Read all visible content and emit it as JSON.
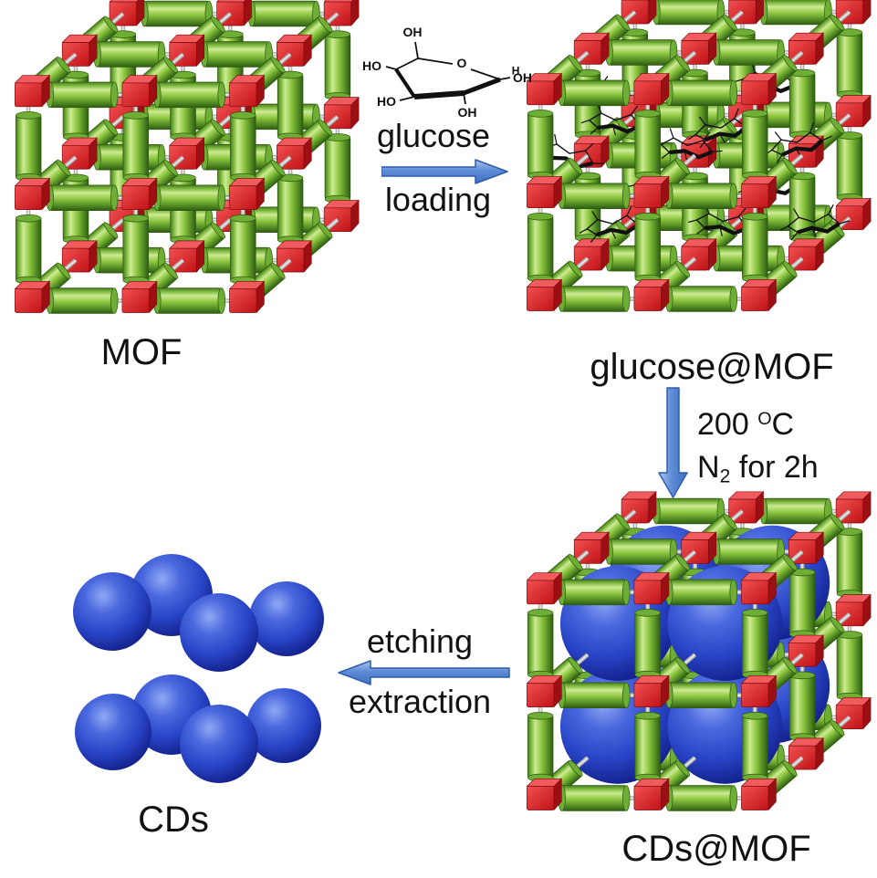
{
  "stages": {
    "mof": {
      "label": "MOF"
    },
    "glucose_mof": {
      "label": "glucose@MOF",
      "edge_fragment": "H",
      "molecule_count": 13
    },
    "cds_mof": {
      "label": "CDs@MOF",
      "sphere_count": 8
    },
    "cds": {
      "label": "CDs",
      "sphere_count": 8
    }
  },
  "steps": {
    "glucose_loading": {
      "top": "glucose",
      "bottom": "loading",
      "direction": "right"
    },
    "carbonization": {
      "temp": "200",
      "deg": "O",
      "unit": "C",
      "gas": "N",
      "gas_sub": "2",
      "rest": "for 2h",
      "direction": "down"
    },
    "etching": {
      "top": "etching",
      "bottom": "extraction",
      "direction": "left"
    }
  },
  "glucose_molecule": {
    "oh_top": "OH",
    "ho_left": "HO",
    "ho_bottom_left": "HO",
    "o_ring": "O",
    "oh_right": "OH",
    "oh_bottom": "OH"
  },
  "colors": {
    "background": "#ffffff",
    "text": "#111111",
    "green_stops": [
      [
        "0",
        "#47791f"
      ],
      [
        "0.13",
        "#7ab63c"
      ],
      [
        "0.3",
        "#cdeb93"
      ],
      [
        "0.55",
        "#8cc63f"
      ],
      [
        "0.85",
        "#4a8220"
      ],
      [
        "1",
        "#2f5c11"
      ]
    ],
    "green_cap": "#6fae35",
    "green_outline": "#2f5c11",
    "cube_front_stops": [
      [
        "0",
        "#f25052"
      ],
      [
        "1",
        "#bf1216"
      ]
    ],
    "cube_top": "#f15b5d",
    "cube_side": "#9c1014",
    "cube_outline": "#7c0a0d",
    "rod": "#b3b3b3",
    "rod_core": "#ededed",
    "sphere_stops": [
      [
        "0",
        "#8fa9f4"
      ],
      [
        "0.3",
        "#4b69de"
      ],
      [
        "0.65",
        "#2844c6"
      ],
      [
        "1",
        "#111d85"
      ]
    ],
    "arrow_stops": [
      [
        "0",
        "#a9c7ef"
      ],
      [
        "0.45",
        "#5e8cd6"
      ],
      [
        "1",
        "#3e6ec2"
      ]
    ],
    "arrow_outline": "#2e5bad",
    "molecule": "#101010"
  }
}
